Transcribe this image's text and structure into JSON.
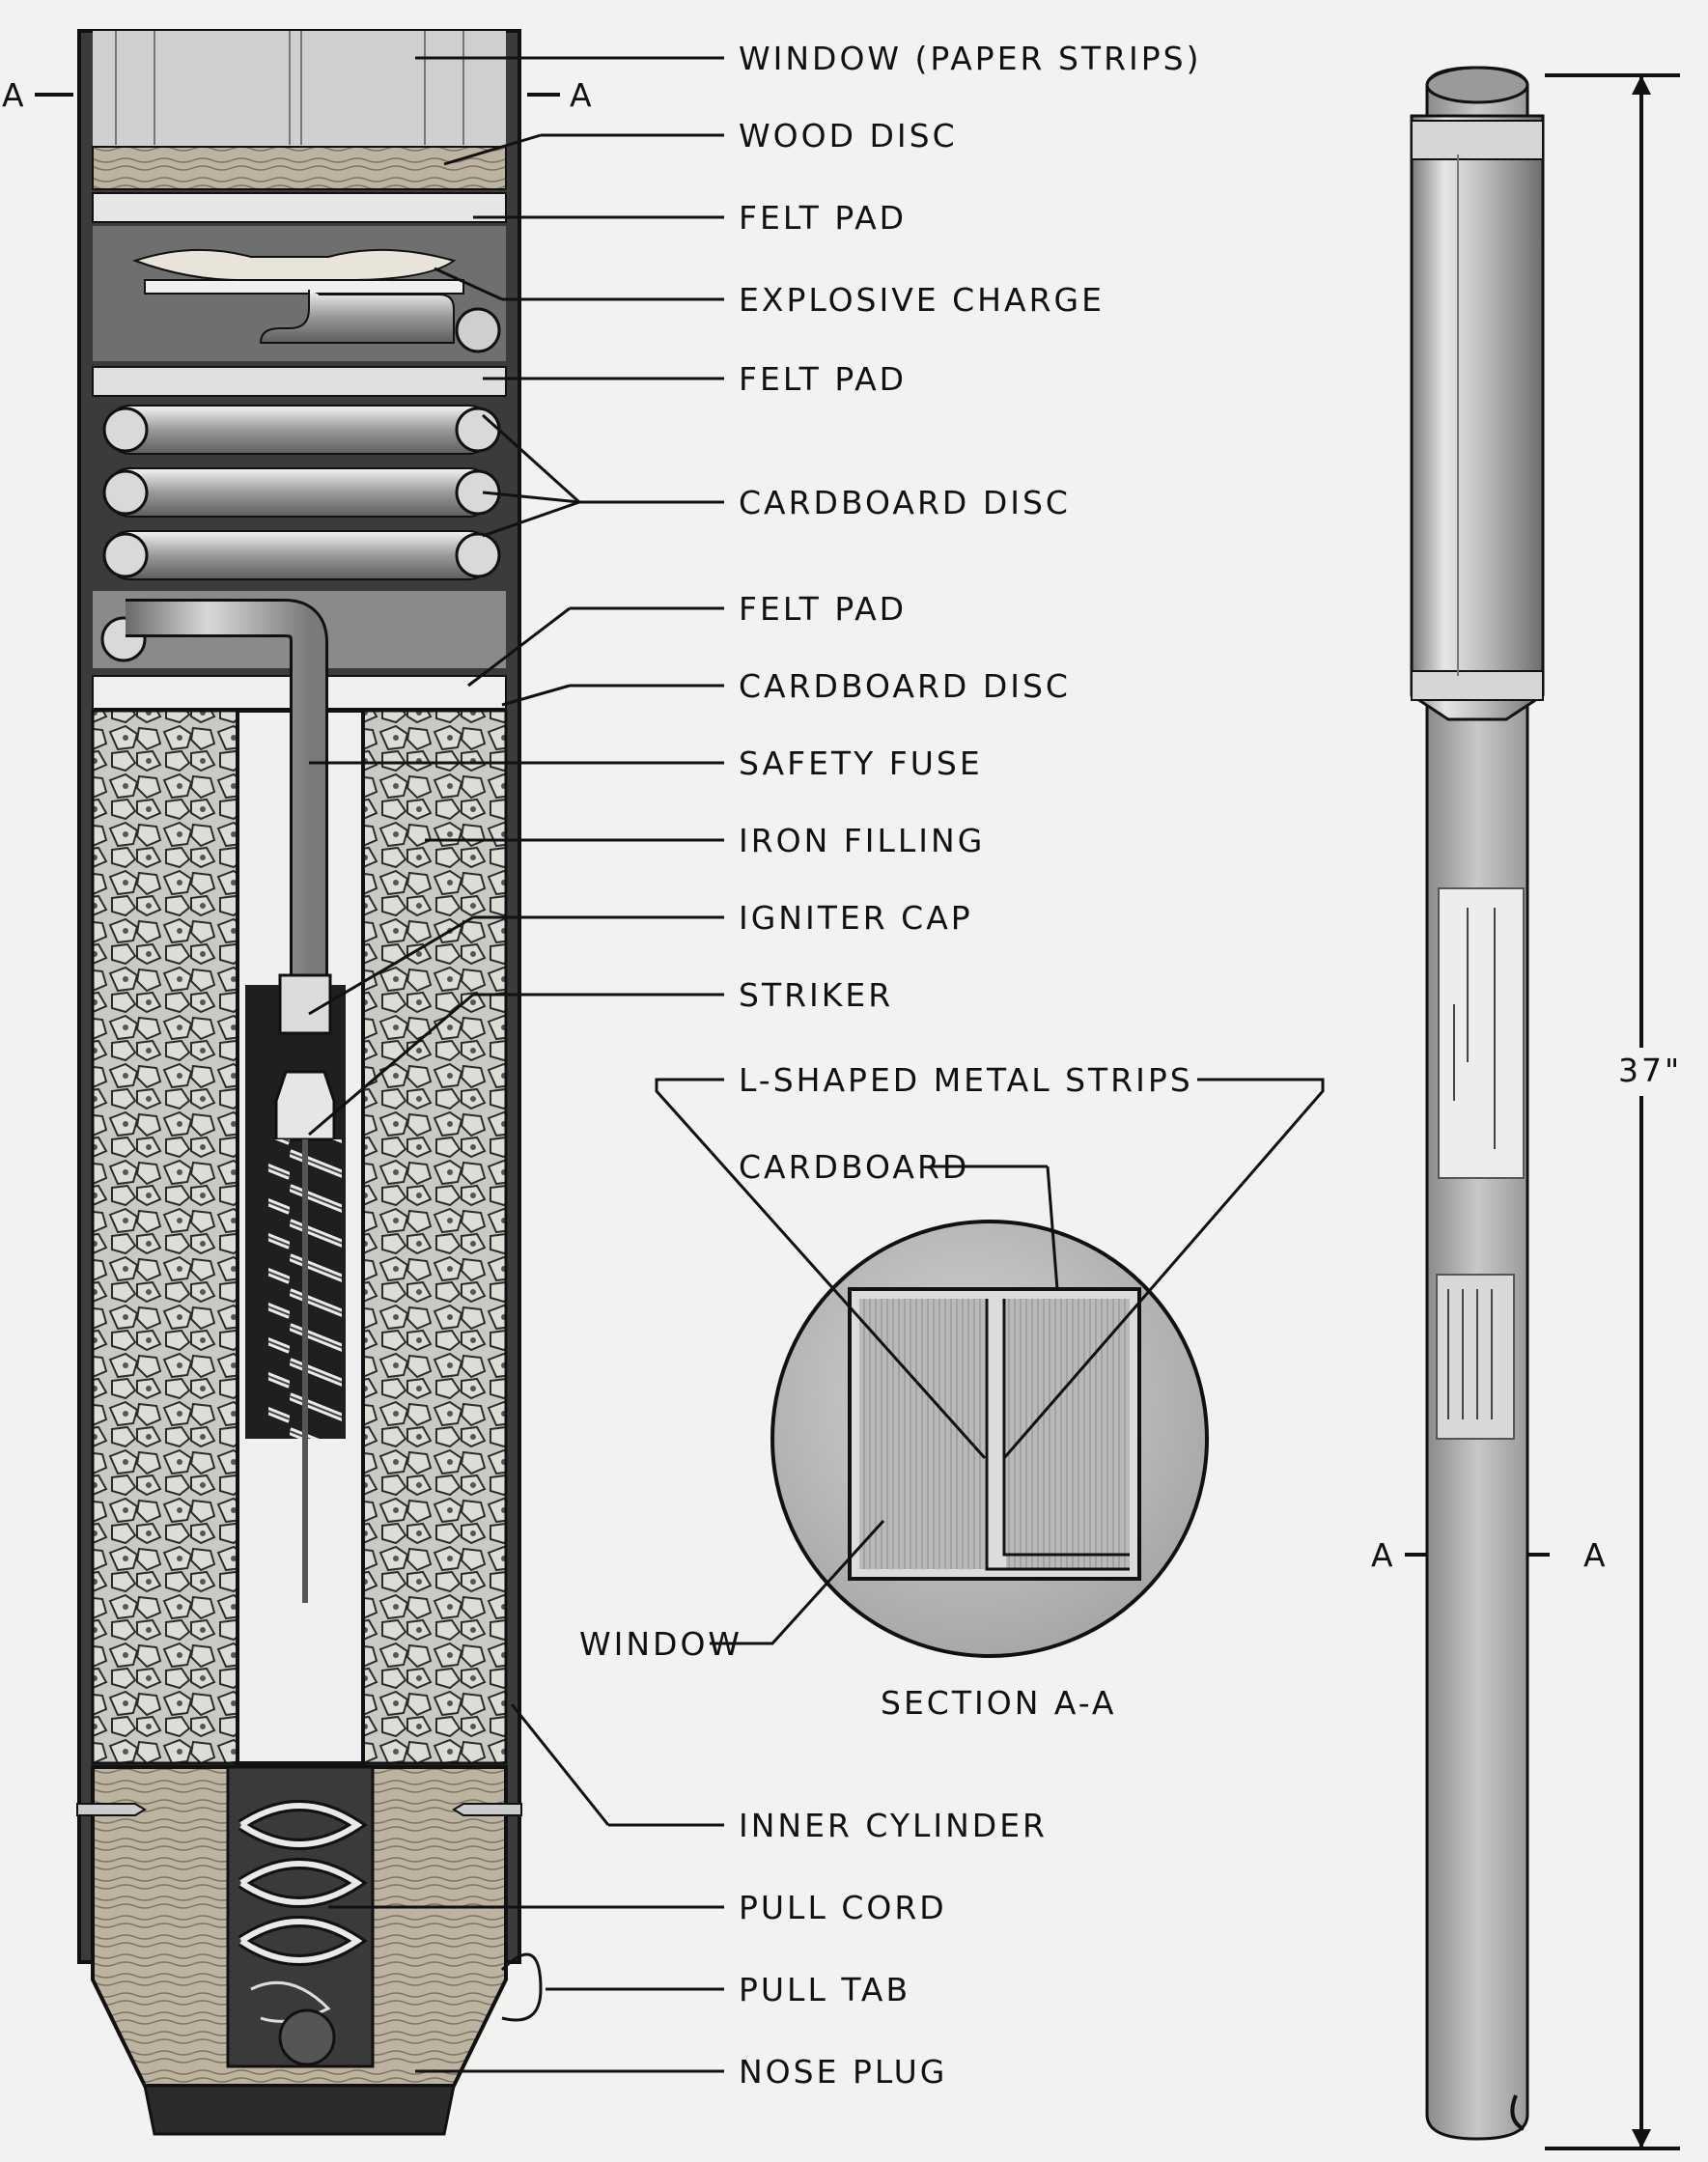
{
  "labels": {
    "window_paper_strips": "WINDOW (PAPER STRIPS)",
    "wood_disc": "WOOD DISC",
    "felt_pad_1": "FELT PAD",
    "explosive_charge": "EXPLOSIVE CHARGE",
    "felt_pad_2": "FELT PAD",
    "cardboard_disc_1": "CARDBOARD DISC",
    "felt_pad_3": "FELT PAD",
    "cardboard_disc_2": "CARDBOARD DISC",
    "safety_fuse": "SAFETY FUSE",
    "iron_filling": "IRON FILLING",
    "igniter_cap": "IGNITER CAP",
    "striker": "STRIKER",
    "l_shaped_metal_strips": "L-SHAPED METAL STRIPS",
    "cardboard": "CARDBOARD",
    "window": "WINDOW",
    "section_title": "SECTION A-A",
    "inner_cylinder": "INNER CYLINDER",
    "pull_cord": "PULL CORD",
    "pull_tab": "PULL TAB",
    "nose_plug": "NOSE PLUG"
  },
  "section_markers": {
    "left_a_cutaway": "A",
    "right_a_cutaway": "A",
    "left_a_exterior": "A",
    "right_a_exterior": "A"
  },
  "dimension": {
    "length": "37\""
  },
  "colors": {
    "line": "#111111",
    "metal_dark": "#2a2a2a",
    "metal_mid": "#8a8a8a",
    "metal_light": "#d8d8d8",
    "wood": "#b8ae9c",
    "iron": "#c9c9c5",
    "paper": "#efefef"
  }
}
